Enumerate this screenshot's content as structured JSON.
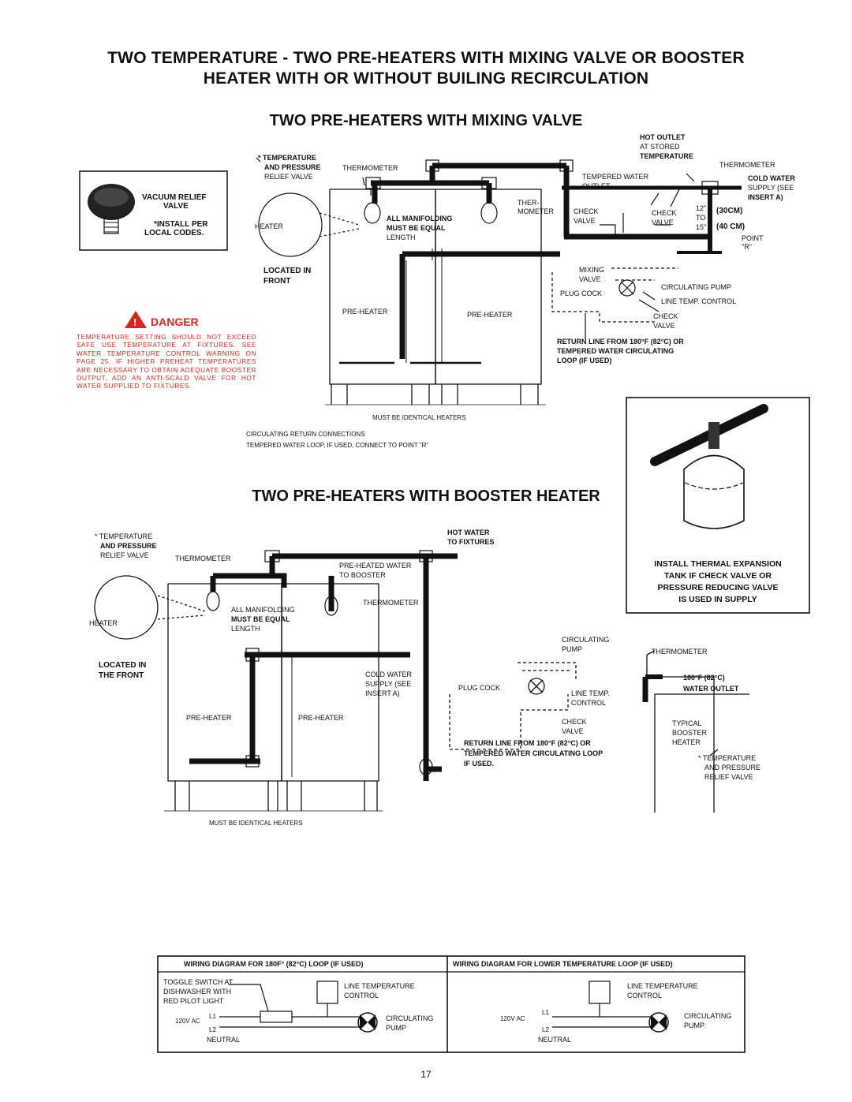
{
  "page": {
    "title_line1": "TWO TEMPERATURE - TWO PRE-HEATERS WITH MIXING VALVE OR BOOSTER",
    "title_line2": "HEATER WITH OR WITHOUT BUILING RECIRCULATION",
    "section1_title": "TWO PRE-HEATERS WITH MIXING VALVE",
    "section2_title": "TWO PRE-HEATERS WITH BOOSTER HEATER",
    "page_number": "17"
  },
  "vacuum_box": {
    "label_line1": "VACUUM RELIEF",
    "label_line2": "VALVE",
    "note_line1": "*INSTALL PER",
    "note_line2": "LOCAL CODES."
  },
  "danger": {
    "heading": "DANGER",
    "text": "TEMPERATURE SETTING SHOULD NOT EXCEED SAFE USE TEMPERATURE AT FIXTURES. SEE WATER TEMPERATURE CONTROL WARNING ON PAGE 25. IF HIGHER PREHEAT TEMPERATURES ARE NECESSARY TO OBTAIN ADEQUATE BOOSTER OUTPUT, ADD AN ANTI-SCALD VALVE FOR HOT WATER SUPPLIED TO FIXTURES."
  },
  "diagram1": {
    "temp_pressure": [
      "* TEMPERATURE",
      "AND PRESSURE",
      "RELIEF VALVE"
    ],
    "thermometer": "THERMOMETER",
    "heater": "HEATER",
    "manifolding": [
      "ALL MANIFOLDING",
      "MUST BE EQUAL",
      "LENGTH"
    ],
    "thermometer2": [
      "THER-",
      "MOMETER"
    ],
    "hot_outlet": [
      "HOT OUTLET",
      "AT STORED",
      "TEMPERATURE"
    ],
    "thermometer3": "THERMOMETER",
    "tempered_water": [
      "TEMPERED WATER",
      "OUTLET"
    ],
    "cold_water": [
      "COLD WATER",
      "SUPPLY (SEE",
      "INSERT A)"
    ],
    "check_valve1": [
      "CHECK",
      "VALVE"
    ],
    "check_valve2": [
      "CHECK",
      "VALVE"
    ],
    "distance": [
      "12\"",
      "TO",
      "15\""
    ],
    "distance_cm": [
      "(30cm)",
      "(40 cm)"
    ],
    "point_r": [
      "POINT",
      "\"R\""
    ],
    "located": [
      "LOCATED IN",
      "FRONT"
    ],
    "mixing_valve": [
      "MIXING",
      "VALVE"
    ],
    "plug_cock": "PLUG COCK",
    "circ_pump": "CIRCULATING PUMP",
    "line_temp": "LINE TEMP. CONTROL",
    "check_valve3": [
      "CHECK",
      "VALVE"
    ],
    "pre_heater_left": "PRE-HEATER",
    "pre_heater_right": "PRE-HEATER",
    "return_line": [
      "RETURN LINE FROM 180°F (82°C) OR",
      "TEMPERED WATER CIRCULATING",
      "LOOP (IF USED)"
    ],
    "identical": "MUST BE IDENTICAL HEATERS",
    "circ_return": [
      "CIRCULATING RETURN CONNECTIONS",
      "TEMPERED WATER LOOP, IF USED, CONNECT TO POINT \"R\""
    ]
  },
  "expansion": {
    "line1": "INSTALL THERMAL EXPANSION",
    "line2": "TANK IF CHECK VALVE OR",
    "line3": "PRESSURE REDUCING VALVE",
    "line4": "IS USED IN SUPPLY"
  },
  "diagram2": {
    "temp_pressure": [
      "* TEMPERATURE",
      "AND PRESSURE",
      "RELIEF VALVE"
    ],
    "thermometer": "THERMOMETER",
    "heater": "HEATER",
    "hot_water": [
      "HOT WATER",
      "TO FIXTURES"
    ],
    "preheated": [
      "PRE-HEATED WATER",
      "TO BOOSTER"
    ],
    "thermometer2": "THERMOMETER",
    "manifolding": [
      "ALL MANIFOLDING",
      "MUST BE EQUAL",
      "LENGTH"
    ],
    "located": [
      "LOCATED IN",
      "THE FRONT"
    ],
    "cold_water": [
      "COLD WATER",
      "SUPPLY (SEE",
      "INSERT A)"
    ],
    "pre_heater_left": "PRE-HEATER",
    "pre_heater_right": "PRE-HEATER",
    "circ_pump": [
      "CIRCULATING",
      "PUMP"
    ],
    "thermometer3": "THERMOMETER",
    "water_outlet": [
      "180°F (82°C)",
      "WATER OUTLET"
    ],
    "plug_cock": "PLUG COCK",
    "line_temp": [
      "LINE TEMP.",
      "CONTROL"
    ],
    "check_valve": [
      "CHECK",
      "VALVE"
    ],
    "booster": [
      "TYPICAL",
      "BOOSTER",
      "HEATER"
    ],
    "return_line": [
      "RETURN LINE FROM 180°F (82°C) OR",
      "TEMPERED WATER CIRCULATING LOOP",
      "IF USED."
    ],
    "temp_pressure2": [
      "* TEMPERATURE",
      "AND PRESSURE",
      "RELIEF VALVE"
    ],
    "identical": "MUST BE IDENTICAL HEATERS"
  },
  "wiring": {
    "left": {
      "heading": "WIRING DIAGRAM FOR 180F° (82°C) LOOP (IF USED)",
      "toggle": [
        "TOGGLE SWITCH AT",
        "DISHWASHER WITH",
        "RED PILOT LIGHT"
      ],
      "line_temp": [
        "LINE TEMPERATURE",
        "CONTROL"
      ],
      "v120": "120V AC",
      "l1": "L1",
      "l2": "L2",
      "neutral": "NEUTRAL",
      "pump": [
        "CIRCULATING",
        "PUMP"
      ]
    },
    "right": {
      "heading": "WIRING DIAGRAM FOR LOWER TEMPERATURE LOOP (IF USED)",
      "line_temp": [
        "LINE TEMPERATURE",
        "CONTROL"
      ],
      "v120": "120V AC",
      "l1": "L1",
      "l2": "L2",
      "neutral": "NEUTRAL",
      "pump": [
        "CIRCULATING",
        "PUMP"
      ]
    }
  }
}
